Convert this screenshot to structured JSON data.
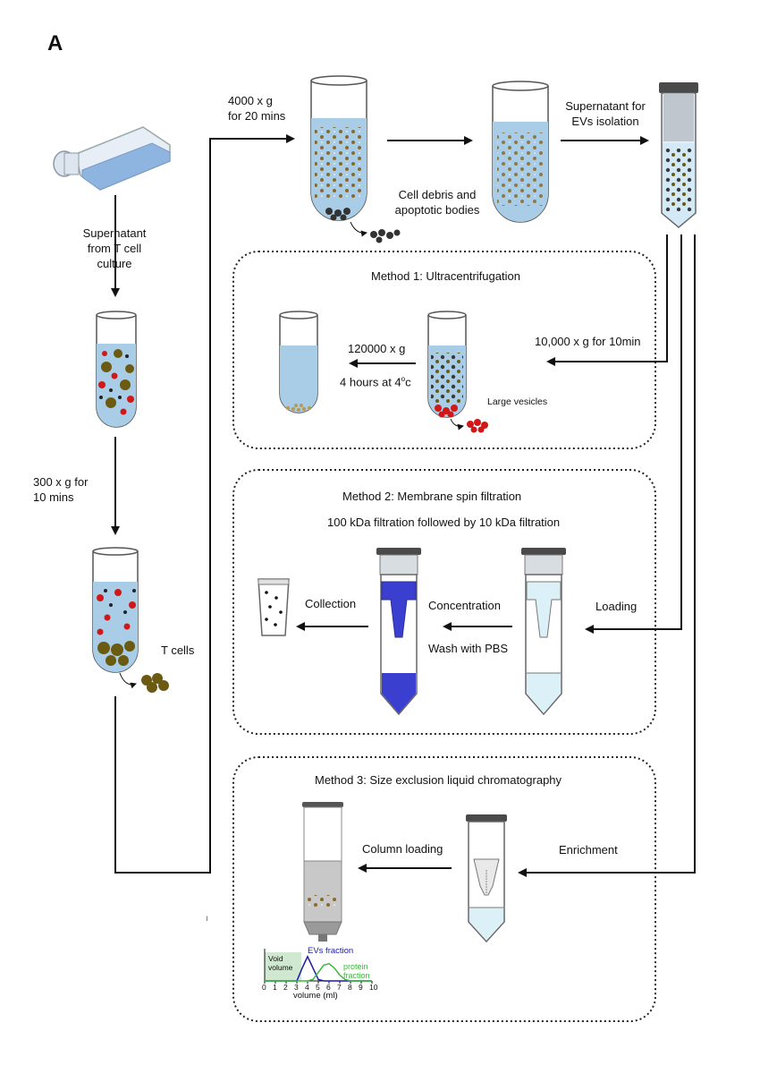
{
  "panel_label": "A",
  "flow": {
    "supernatant_from_culture": [
      "Supernatant",
      "from T cell",
      "culture"
    ],
    "spin_300": [
      "300 x g for",
      "10 mins"
    ],
    "t_cells": "T cells",
    "spin_4000": [
      "4000 x g",
      "for 20 mins"
    ],
    "debris": [
      "Cell debris and",
      "apoptotic bodies"
    ],
    "supernatant_evs": [
      "Supernatant for",
      "EVs isolation"
    ]
  },
  "method1": {
    "title": "Method 1: Ultracentrifugation",
    "step_in": "10,000 x g for 10min",
    "step_out_1": "120000 x g",
    "step_out_2": "4 hours at 4",
    "step_out_2_sup": "o",
    "step_out_2_tail": "c",
    "large_vesicles": "Large vesicles"
  },
  "method2": {
    "title": "Method 2: Membrane spin filtration",
    "subtitle": "100 kDa filtration followed by 10 kDa filtration",
    "loading": "Loading",
    "concentration": "Concentration",
    "wash": "Wash with PBS",
    "collection": "Collection"
  },
  "method3": {
    "title": "Method 3: Size exclusion liquid chromatography",
    "enrichment": "Enrichment",
    "column_loading": "Column loading",
    "inset": {
      "void": [
        "Void",
        "volume"
      ],
      "evs_fraction": "EVs fraction",
      "protein_fraction": [
        "protein",
        "fraction"
      ],
      "xlabel": "volume (ml)",
      "ticks": [
        "0",
        "1",
        "2",
        "3",
        "4",
        "5",
        "6",
        "7",
        "8",
        "9",
        "10"
      ]
    }
  },
  "stray_mark": "ı",
  "colors": {
    "liquid": "#a9cde6",
    "tube_outline": "#555555",
    "cells": "#6b5a12",
    "red_vesicles": "#d01818",
    "filter_blue": "#3a3fd0",
    "evs_curve": "#1a1aa8",
    "protein_curve": "#3bb83b"
  },
  "chart_data": {
    "type": "line",
    "title": "",
    "xlabel": "volume (ml)",
    "ylabel": "",
    "xlim": [
      0,
      10
    ],
    "x": [
      0,
      1,
      2,
      3,
      3.5,
      4,
      4.5,
      5,
      5.5,
      6,
      6.5,
      7,
      7.5,
      8,
      9,
      10
    ],
    "series": [
      {
        "name": "EVs fraction",
        "values": [
          0,
          0,
          0,
          0,
          0.45,
          0.85,
          0.45,
          0.05,
          0,
          0,
          0,
          0,
          0,
          0,
          0,
          0
        ]
      },
      {
        "name": "protein fraction",
        "values": [
          0,
          0,
          0,
          0,
          0,
          0,
          0.05,
          0.3,
          0.55,
          0.6,
          0.45,
          0.2,
          0.05,
          0,
          0,
          0
        ]
      }
    ],
    "annotations": [
      "Void volume"
    ]
  }
}
